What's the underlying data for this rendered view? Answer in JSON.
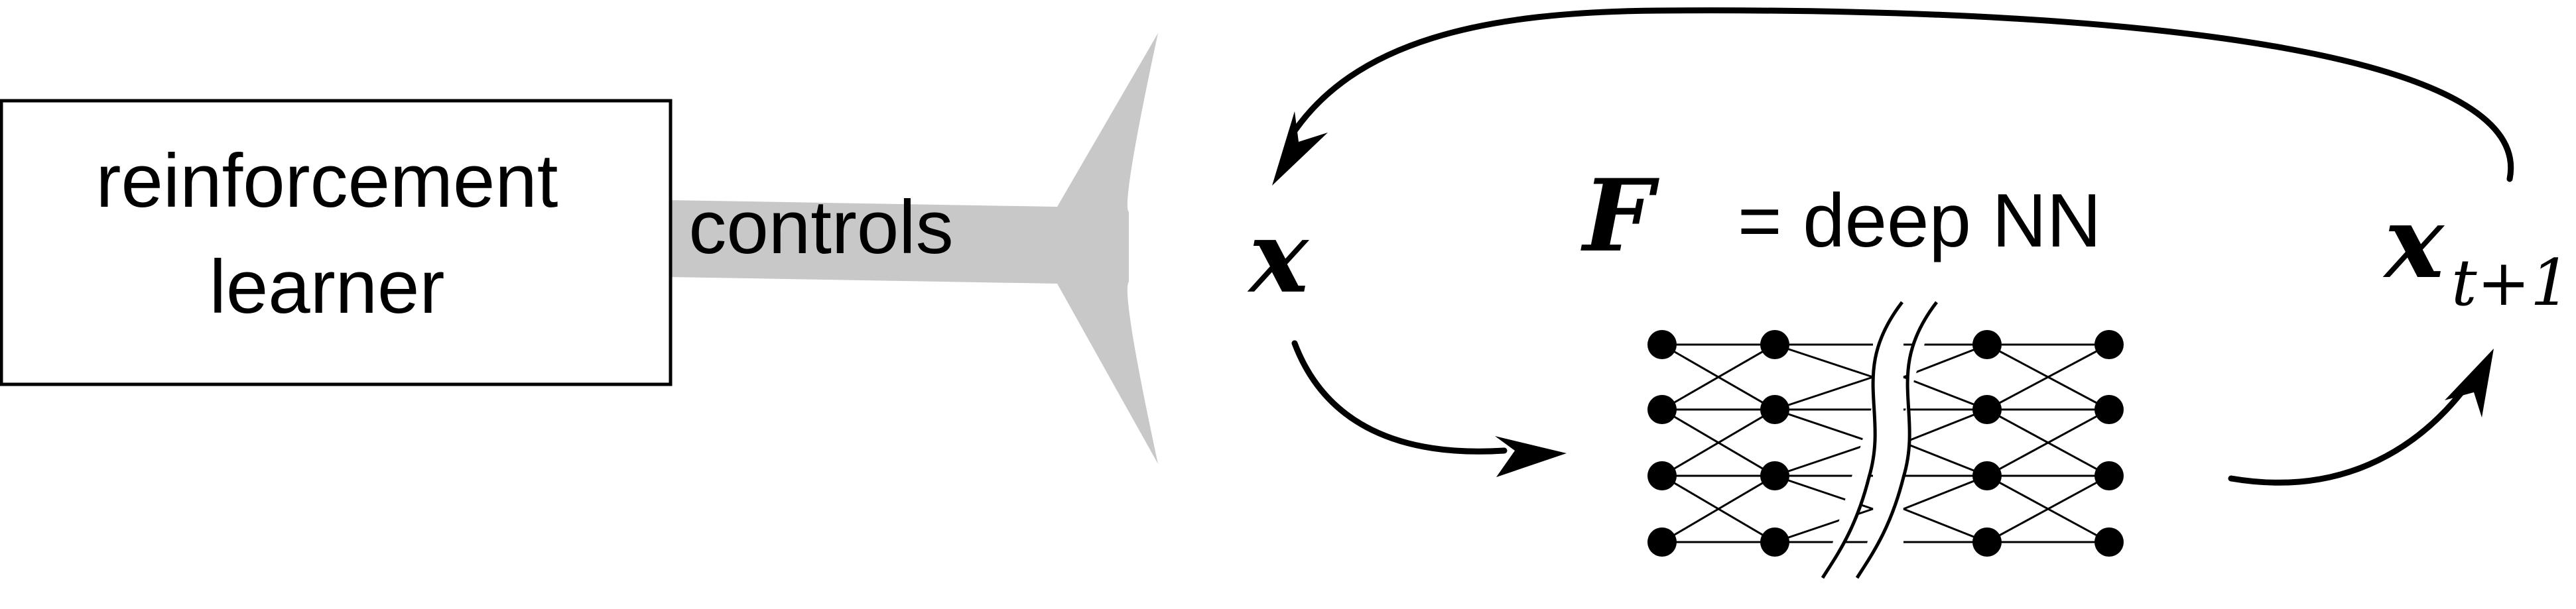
{
  "learner_box": {
    "line1": "reinforcement",
    "line2": "learner"
  },
  "controls_label": "controls",
  "state_label": "x",
  "next_state_label": "x",
  "next_state_subscript": "t+1",
  "model_symbol": "F",
  "model_text": "= deep NN",
  "colors": {
    "controls_band": "#c8c8c8",
    "stroke": "#000000"
  }
}
